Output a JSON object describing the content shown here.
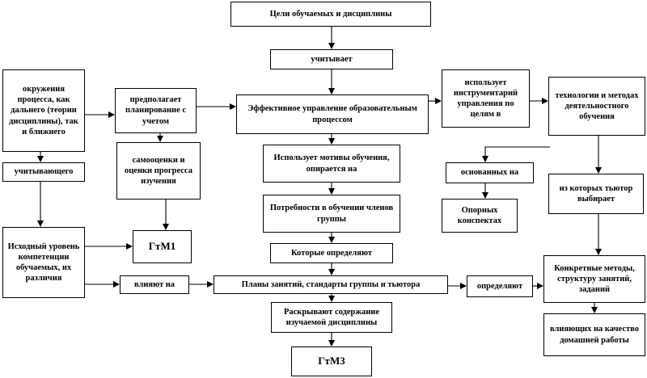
{
  "nodes": {
    "goals": "Цели обучаемых  и  дисциплины",
    "considers": "учитывает",
    "effective": "Эффективное  управление образовательным процессом",
    "uses_tools": "использует инструментарий управления по целям в",
    "technologies": "технологии и методах деятельностного обучения",
    "environment": "окружения процесса, как дальнего (теории дисциплины), так и ближнего",
    "considering": "учитывающего",
    "initial_level": "Исходный уровень компетенции обучаемых, их различия",
    "assumes_planning": "предполагает планирование с учетом",
    "self_assessment": "самооценки и оценки прогресса изучения",
    "gtm1": "ГтМ1",
    "uses_motives": "Использует мотивы обучения, опирается на",
    "needs": "Потребности в обучении членов группы",
    "which_define": "Которые определяют",
    "influence": "влияют на",
    "plans": "Планы занятий, стандарты группы и тьютора",
    "define": "определяют",
    "reveal": "Раскрывают содержание изучаемой дисциплины",
    "gtm3": "ГтМ3",
    "based_on": "основанных на",
    "reference_notes": "Опорных конспектах",
    "tutor_chooses": "из которых тьютор выбирает",
    "specific_methods": "Конкретные методы, структуру занятий, заданий",
    "influencing_quality": "влияющих на качество домашней работы"
  },
  "colors": {
    "line": "#000000",
    "box_fill": "#ffffff"
  }
}
